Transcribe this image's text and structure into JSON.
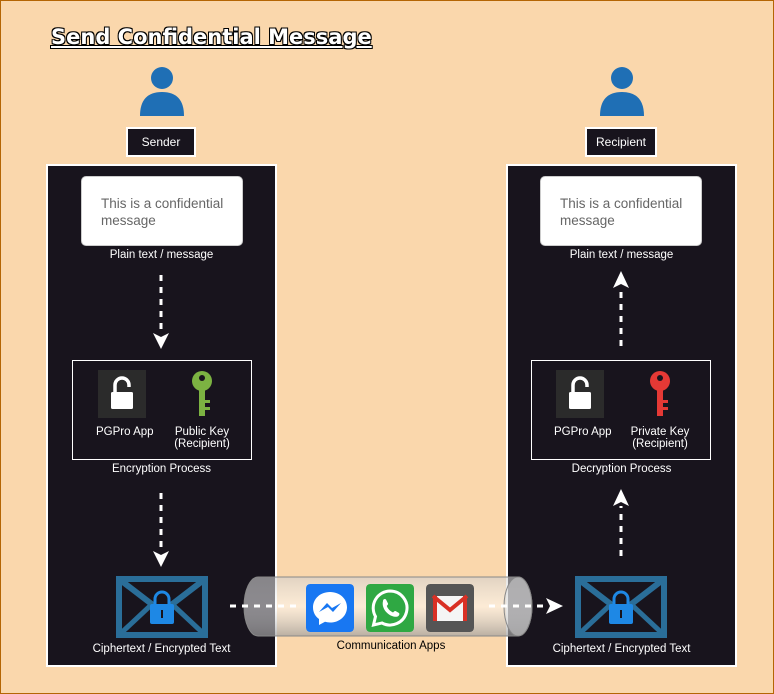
{
  "title": "Send Confidential Message",
  "sender": {
    "role_label": "Sender",
    "message_text": "This is a confidential message",
    "message_label": "Plain text / message",
    "app_label": "PGPro App",
    "key_label": "Public Key (Recipient)",
    "process_label": "Encryption Process",
    "cipher_label": "Ciphertext / Encrypted Text",
    "key_color": "#7cb342"
  },
  "recipient": {
    "role_label": "Recipient",
    "message_text": "This is a confidential message",
    "message_label": "Plain text / message",
    "app_label": "PGPro App",
    "key_label": "Private Key (Recipient)",
    "process_label": "Decryption Process",
    "cipher_label": "Ciphertext / Encrypted Text",
    "key_color": "#e53935"
  },
  "communication": {
    "label": "Communication Apps",
    "apps": [
      "messenger-icon",
      "whatsapp-icon",
      "gmail-icon"
    ]
  },
  "colors": {
    "background": "#fad7ac",
    "panel": "#18141d",
    "person": "#1f6fb5",
    "envelope": "#2a6e99"
  }
}
